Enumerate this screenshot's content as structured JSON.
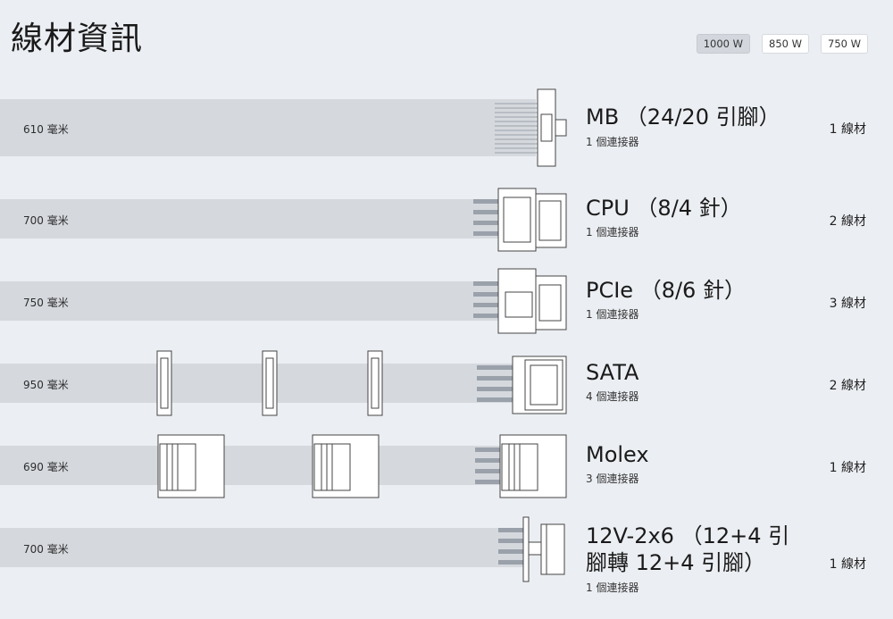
{
  "page": {
    "title": "線材資訊"
  },
  "wattage_tabs": [
    {
      "label": "1000 W",
      "selected": true
    },
    {
      "label": "850 W",
      "selected": false
    },
    {
      "label": "750 W",
      "selected": false
    }
  ],
  "cables": [
    {
      "length": "610 毫米",
      "name": "MB （24/20 引腳）",
      "connectors": "1 個連接器",
      "count": "1 線材"
    },
    {
      "length": "700 毫米",
      "name": "CPU （8/4 針）",
      "connectors": "1 個連接器",
      "count": "2 線材"
    },
    {
      "length": "750 毫米",
      "name": "PCIe （8/6 針）",
      "connectors": "1 個連接器",
      "count": "3 線材"
    },
    {
      "length": "950 毫米",
      "name": "SATA",
      "connectors": "4 個連接器",
      "count": "2 線材"
    },
    {
      "length": "690 毫米",
      "name": "Molex",
      "connectors": "3 個連接器",
      "count": "1 線材"
    },
    {
      "length": "700 毫米",
      "name": "12V-2x6 （12+4 引腳轉 12+4 引腳）",
      "connectors": "1 個連接器",
      "count": "1 線材"
    }
  ]
}
